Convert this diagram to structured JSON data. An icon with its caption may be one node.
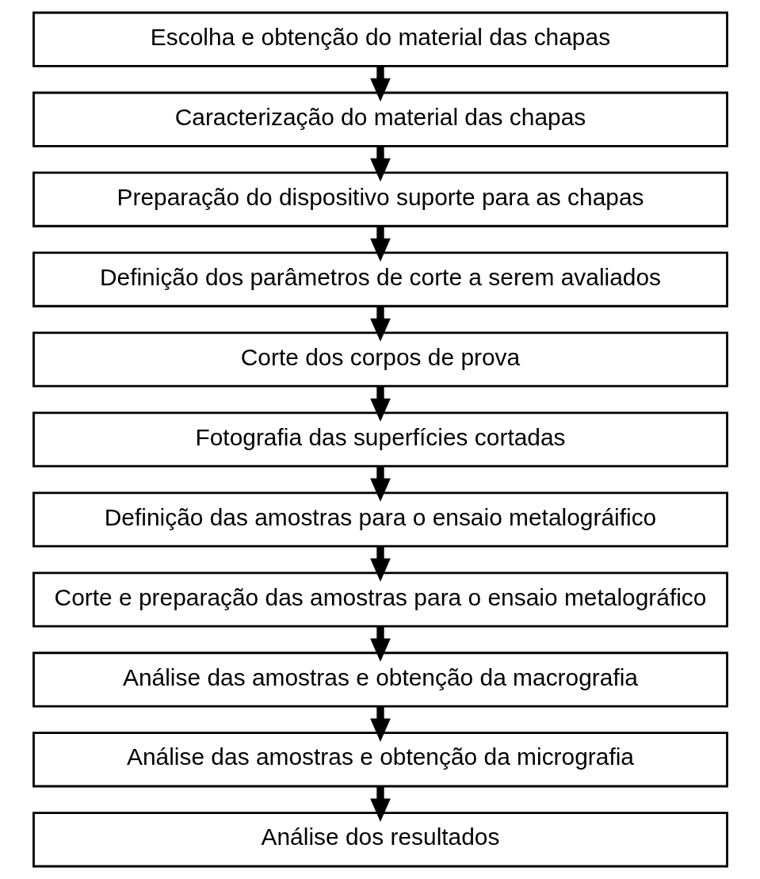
{
  "diagram": {
    "nodes": [
      {
        "text": [
          "Escolha e obtenção do material das chapas"
        ]
      },
      {
        "text": [
          "Caracterização do material das chapas"
        ]
      },
      {
        "text": [
          "Preparação do dispositivo suporte para as chapas"
        ]
      },
      {
        "text": [
          "Definição dos parâmetros de corte a serem avaliados"
        ]
      },
      {
        "text": [
          "Corte dos corpos de prova"
        ]
      },
      {
        "text": [
          "Fotografia das superfícies cortadas"
        ]
      },
      {
        "text": [
          "Definição das amostras para o ensaio metalográifico"
        ]
      },
      {
        "text": [
          "Corte e preparação das amostras para o ensaio metalográfico"
        ]
      },
      {
        "text": [
          "Análise das amostras e obtenção da macrografia"
        ]
      },
      {
        "text": [
          "Análise das amostras e obtenção da micrografia"
        ]
      },
      {
        "text": [
          "Análise dos resultados"
        ]
      }
    ],
    "edges": [
      {
        "from": 0,
        "to": 1,
        "arrow": "to"
      },
      {
        "from": 1,
        "to": 2,
        "arrow": "to"
      },
      {
        "from": 2,
        "to": 3,
        "arrow": "to"
      },
      {
        "from": 3,
        "to": 4,
        "arrow": "to"
      },
      {
        "from": 4,
        "to": 5,
        "arrow": "to"
      },
      {
        "from": 5,
        "to": 6,
        "arrow": "to"
      },
      {
        "from": 6,
        "to": 7,
        "arrow": "to"
      },
      {
        "from": 7,
        "to": 8,
        "arrow": "to"
      },
      {
        "from": 8,
        "to": 9,
        "arrow": "to"
      },
      {
        "from": 9,
        "to": 10,
        "arrow": "to"
      }
    ]
  }
}
